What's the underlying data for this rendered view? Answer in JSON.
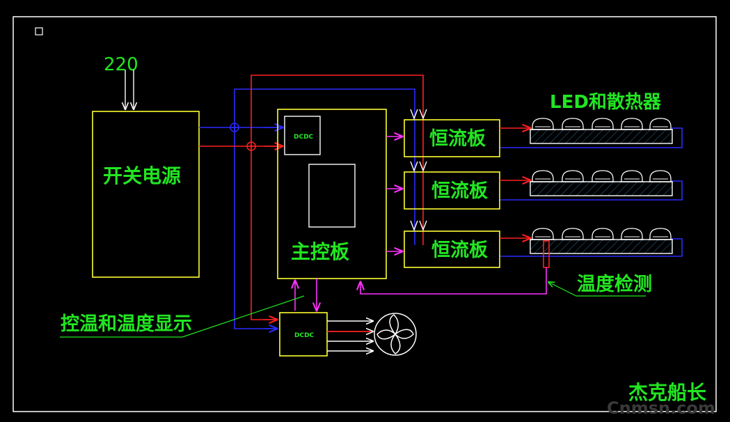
{
  "labels": {
    "input_voltage": "220",
    "power_supply": "开关电源",
    "main_board": "主控板",
    "dcdc_top": "DCDC",
    "dcdc_bottom": "DCDC",
    "cc_board_1": "恒流板",
    "cc_board_2": "恒流板",
    "cc_board_3": "恒流板",
    "led_heatsink": "LED和散热器",
    "temp_detect": "温度检测",
    "temp_control_display": "控温和温度显示",
    "author": "杰克船长",
    "watermark": "Cnmsn.com"
  },
  "colors": {
    "background": "#000000",
    "box": "#ffff33",
    "text": "#22e622",
    "positive_wire": "#ff2020",
    "negative_wire": "#2a2aff",
    "signal": "#ff33ff",
    "white": "#ffffff"
  }
}
